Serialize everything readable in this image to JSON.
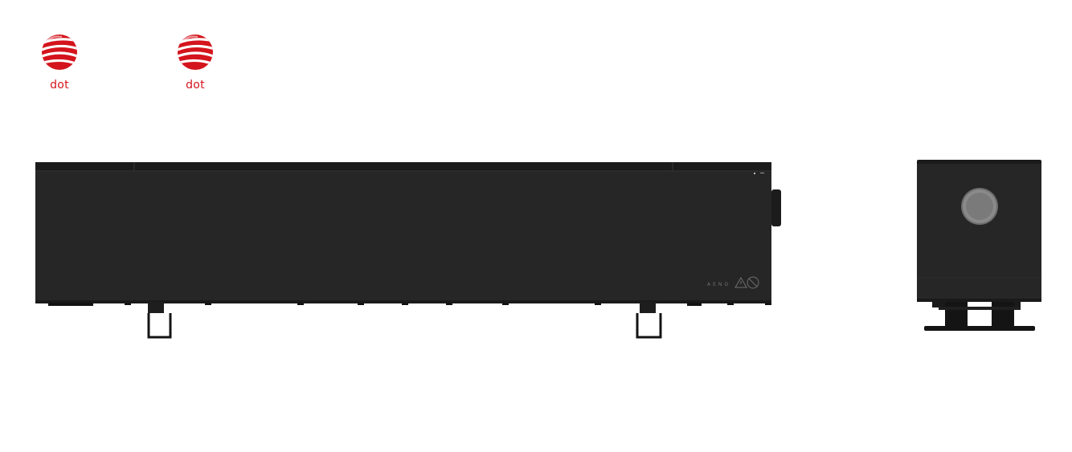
{
  "awards": [
    {
      "label": "dot",
      "icon": "red-dot-award-icon"
    },
    {
      "label": "dot",
      "icon": "red-dot-award-icon"
    }
  ],
  "colors": {
    "award_red": "#d4141c",
    "award_white": "#ffffff",
    "device_body": "#262626",
    "device_top": "#1b1b1b",
    "feet": "#141414",
    "knob": "#8a8a8a",
    "marking": "#6f6f6f"
  },
  "side_view": {
    "name": "heater-side-view",
    "marking_text": "AENO",
    "icons": [
      "warning-triangle-icon",
      "do-not-cover-icon"
    ]
  },
  "front_view": {
    "name": "heater-front-view",
    "icons": [
      "control-knob-icon"
    ]
  }
}
